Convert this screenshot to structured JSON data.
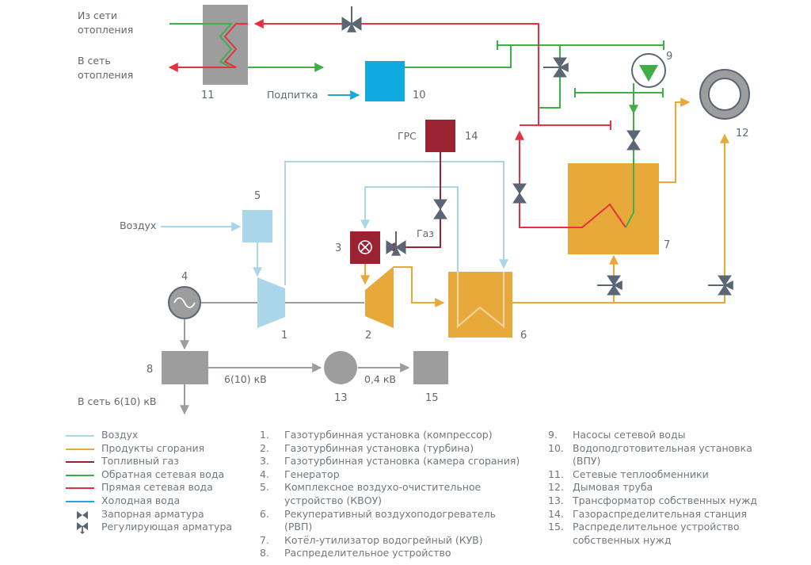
{
  "diagram": {
    "io_labels": {
      "from_heating_1": "Из сети",
      "from_heating_2": "отопления",
      "to_heating_1": "В сеть",
      "to_heating_2": "отопления",
      "makeup": "Подпитка",
      "grs": "ГРС",
      "air": "Воздух",
      "gas": "Газ",
      "kv_6_10": "6(10) кВ",
      "kv_04": "0,4 кВ",
      "to_grid": "В сеть 6(10) кВ"
    },
    "numbers": {
      "n1": "1",
      "n2": "2",
      "n3": "3",
      "n4": "4",
      "n5": "5",
      "n6": "6",
      "n7": "7",
      "n8": "8",
      "n9": "9",
      "n10": "10",
      "n11": "11",
      "n12": "12",
      "n13": "13",
      "n14": "14",
      "n15": "15"
    }
  },
  "colors": {
    "air": "#a9d6e8",
    "flue": "#e8a93b",
    "fuel_gas": "#9b2331",
    "return_water": "#3fae49",
    "supply_water": "#e4323f",
    "cold_water": "#1fa6dc",
    "equipment_gray": "#9d9d9d",
    "valve": "#5b6675"
  },
  "legend": {
    "lines": [
      {
        "label": "Воздух",
        "color": "#a9d6e8"
      },
      {
        "label": "Продукты сгорания",
        "color": "#e8a93b"
      },
      {
        "label": "Топливный газ",
        "color": "#9b2331"
      },
      {
        "label": "Обратная сетевая вода",
        "color": "#3fae49"
      },
      {
        "label": "Прямая сетевая вода",
        "color": "#e4323f"
      },
      {
        "label": "Холодная вода",
        "color": "#1fa6dc"
      },
      {
        "label": "Запорная арматура",
        "icon": "shutoff-valve-icon"
      },
      {
        "label": "Регулирующая арматура",
        "icon": "control-valve-icon"
      }
    ],
    "col1": [
      {
        "n": "1.",
        "lines": [
          "Газотурбинная установка (компрессор)"
        ]
      },
      {
        "n": "2.",
        "lines": [
          "Газотурбинная установка (турбина)"
        ]
      },
      {
        "n": "3.",
        "lines": [
          "Газотурбинная установка (камера сгорания)"
        ]
      },
      {
        "n": "4.",
        "lines": [
          "Генератор"
        ]
      },
      {
        "n": "5.",
        "lines": [
          "Комплексное воздухо-очистительное",
          "устройство (КВОУ)"
        ]
      },
      {
        "n": "6.",
        "lines": [
          "Рекуперативный воздухоподогреватель",
          "(РВП)"
        ]
      },
      {
        "n": "7.",
        "lines": [
          "Котёл-утилизатор водогрейный (КУВ)"
        ]
      },
      {
        "n": "8.",
        "lines": [
          "Распределительное устройство"
        ]
      }
    ],
    "col2": [
      {
        "n": "9.",
        "lines": [
          "Насосы сетевой воды"
        ]
      },
      {
        "n": "10.",
        "lines": [
          "Водоподготовительная установка",
          "(ВПУ)"
        ]
      },
      {
        "n": "11.",
        "lines": [
          "Сетевые теплообменники"
        ]
      },
      {
        "n": "12.",
        "lines": [
          "Дымовая труба"
        ]
      },
      {
        "n": "13.",
        "lines": [
          "Трансформатор собственных нужд"
        ]
      },
      {
        "n": "14.",
        "lines": [
          "Газораспределительная станция"
        ]
      },
      {
        "n": "15.",
        "lines": [
          "Распределительное устройство",
          "собственных нужд"
        ]
      }
    ]
  }
}
